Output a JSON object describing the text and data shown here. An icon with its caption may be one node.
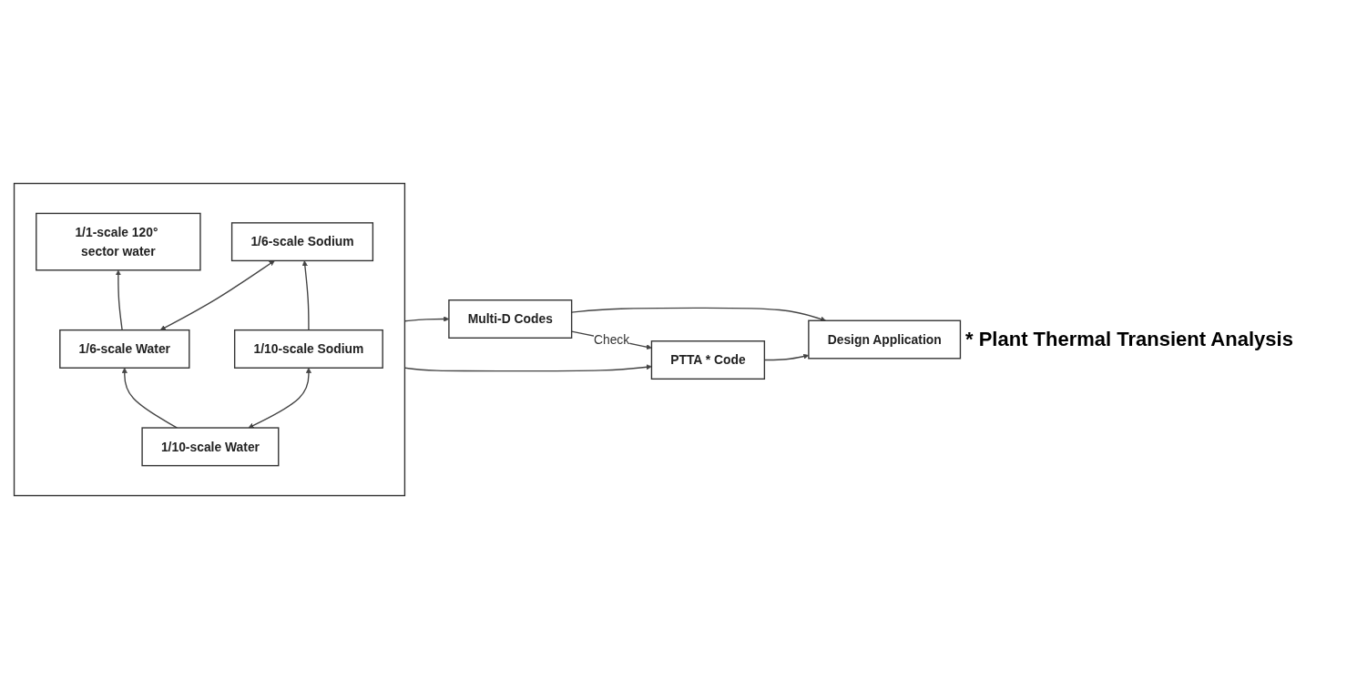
{
  "diagram": {
    "nodes": [
      {
        "text": [],
        "shape": "box"
      },
      {
        "text": [
          "1/1-scale 120° sector water"
        ],
        "in": 0
      },
      {
        "text": [
          "1/6-scale Water"
        ],
        "in": 0
      },
      {
        "text": [
          "1/6-scale Sodium"
        ],
        "in": 0
      },
      {
        "text": [
          "1/10-scale Water"
        ],
        "in": 0
      },
      {
        "text": [
          "1/10-scale Sodium"
        ],
        "in": 0
      },
      {
        "text": [
          "Multi-D Codes"
        ]
      },
      {
        "text": [
          "PTTA * Code"
        ]
      },
      {
        "text": [
          "Design Application"
        ]
      }
    ],
    "edges": [
      {
        "from": 2,
        "to": 1,
        "arrow": "to"
      },
      {
        "from": 2,
        "to": 3,
        "arrow": "both"
      },
      {
        "from": 4,
        "to": 2,
        "arrow": "to"
      },
      {
        "from": 4,
        "to": 5,
        "arrow": "both"
      },
      {
        "from": 5,
        "to": 3,
        "arrow": "to"
      },
      {
        "from": 0,
        "to": 6,
        "arrow": "to"
      },
      {
        "from": 0,
        "to": 7,
        "arrow": "to"
      },
      {
        "from": 6,
        "to": 7,
        "arrow": "to",
        "label": "Check"
      },
      {
        "from": 6,
        "to": 8,
        "arrow": "to"
      },
      {
        "from": 7,
        "to": 8,
        "arrow": "to"
      }
    ],
    "labels": [
      "* Plant Thermal Transient Analysis"
    ]
  }
}
